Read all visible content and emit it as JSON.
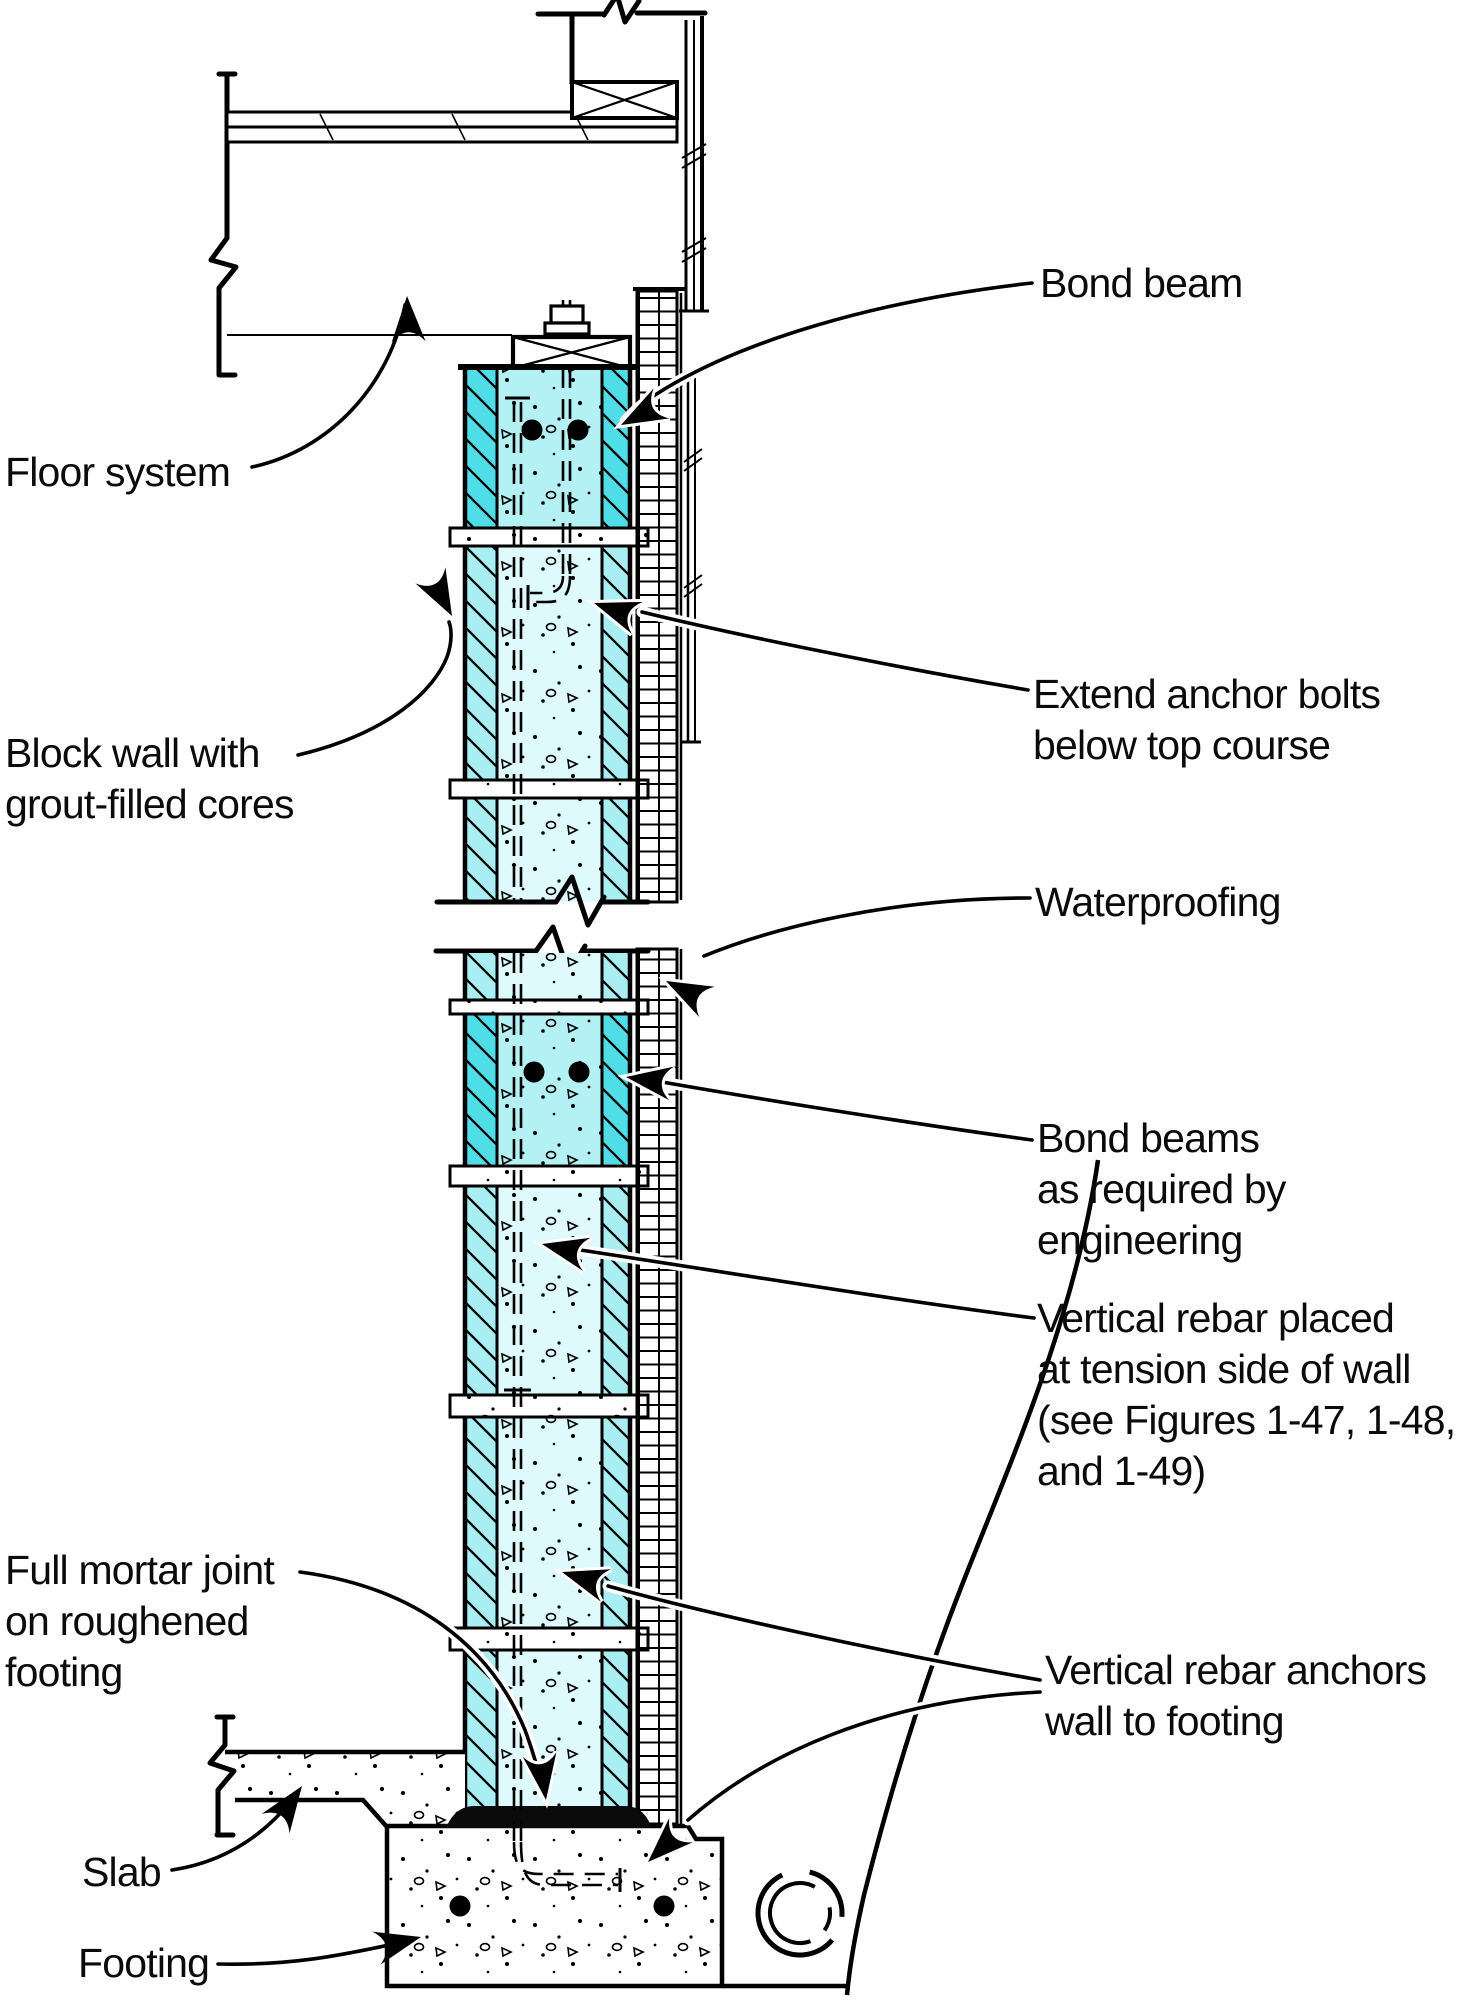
{
  "figure": {
    "kind": "construction-detail-section",
    "background": "#ffffff"
  },
  "labels": {
    "floor_system": "Floor system",
    "bond_beam": "Bond beam",
    "block_wall": [
      "Block wall with",
      "grout-filled cores"
    ],
    "extend_anchor": [
      "Extend anchor bolts",
      "below top course"
    ],
    "waterproofing": "Waterproofing",
    "bond_beams_req": [
      "Bond beams",
      "as required by",
      "engineering"
    ],
    "vertical_rebar_tension": [
      "Vertical rebar placed",
      "at tension side of wall",
      "(see Figures 1-47, 1-48,",
      "and 1-49)"
    ],
    "full_mortar": [
      "Full mortar joint",
      "on roughened",
      "footing"
    ],
    "slab": "Slab",
    "footing": "Footing",
    "vertical_rebar_anchors": [
      "Vertical rebar anchors",
      "wall to footing"
    ]
  },
  "colors": {
    "ink": "#0b0b0b",
    "shell_bright": "#4fdde8",
    "shell_light": "#a9eef3",
    "core_bright": "#b4f1f5",
    "core_light": "#defafc",
    "white": "#ffffff"
  }
}
